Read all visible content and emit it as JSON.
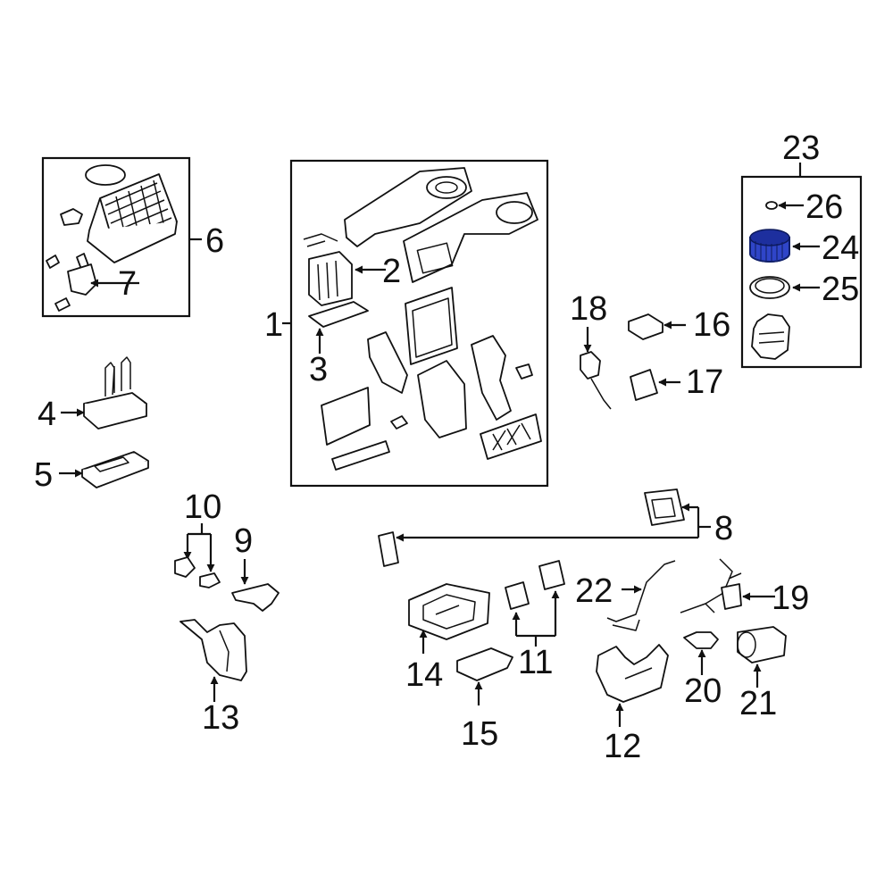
{
  "diagram": {
    "callouts": {
      "c1": "1",
      "c2": "2",
      "c3": "3",
      "c4": "4",
      "c5": "5",
      "c6": "6",
      "c7": "7",
      "c8": "8",
      "c9": "9",
      "c10": "10",
      "c11": "11",
      "c12": "12",
      "c13": "13",
      "c14": "14",
      "c15": "15",
      "c16": "16",
      "c17": "17",
      "c18": "18",
      "c19": "19",
      "c20": "20",
      "c21": "21",
      "c22": "22",
      "c23": "23",
      "c24": "24",
      "c25": "25",
      "c26": "26"
    },
    "highlighted_part": "24",
    "colors": {
      "line": "#111111",
      "highlight": "#2f45c8",
      "background": "#ffffff"
    },
    "icons": [
      "arrow-icon"
    ]
  }
}
